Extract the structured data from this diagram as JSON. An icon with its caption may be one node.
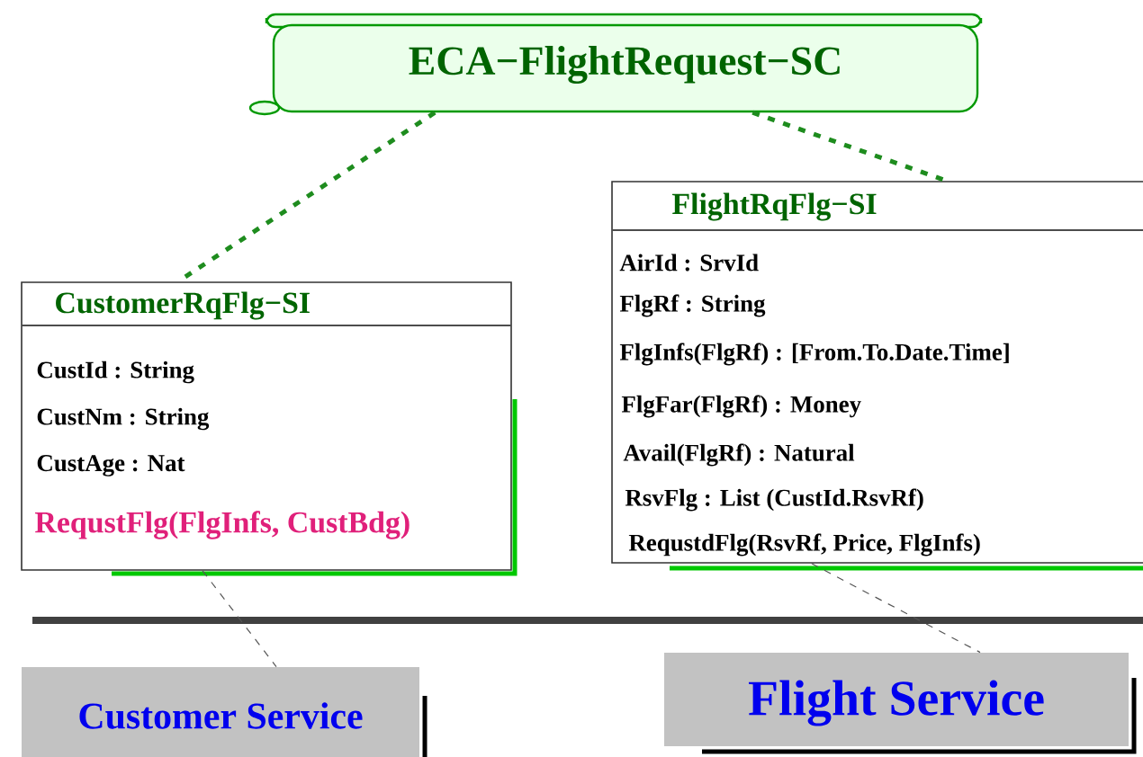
{
  "diagram": {
    "nodes": [
      {
        "text": [
          "ECA−FlightRequest−SC"
        ]
      },
      {
        "text": [
          "CustomerRqFlg−SI",
          "CustId : String",
          "CustNm : String",
          "CustAge : Nat",
          "RequstFlg(FlgInfs, CustBdg)"
        ]
      },
      {
        "text": [
          "FlightRqFlg−SI",
          "AirId : SrvId",
          "FlgRf : String",
          "FlgInfs(FlgRf) : [From.To.Date.Time]",
          "FlgFar(FlgRf) : Money",
          "Avail(FlgRf) : Natural",
          "RsvFlg : List (CustId.RsvRf)",
          "RequstdFlg(RsvRf, Price, FlgInfs)"
        ]
      },
      {
        "text": [
          "Customer Service"
        ]
      },
      {
        "text": [
          "Flight Service"
        ]
      }
    ],
    "edges": [
      {
        "from": 0,
        "to": 1,
        "arrow": "none",
        "style": "dashed",
        "color": "#1e8c1e"
      },
      {
        "from": 0,
        "to": 2,
        "arrow": "none",
        "style": "dashed",
        "color": "#1e8c1e"
      },
      {
        "from": 1,
        "to": 3,
        "arrow": "none",
        "style": "dashed",
        "color": "#555555"
      },
      {
        "from": 2,
        "to": 4,
        "arrow": "none",
        "style": "dashed",
        "color": "#555555"
      }
    ]
  }
}
